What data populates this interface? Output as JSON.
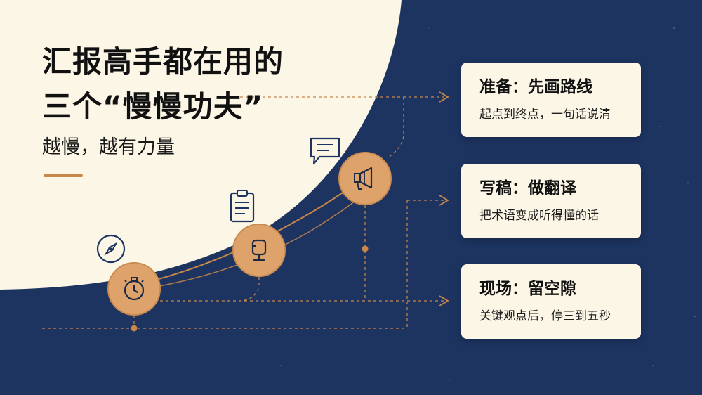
{
  "title": {
    "line1": "汇报高手都在用的",
    "line2": "三个“慢慢功夫”"
  },
  "subtitle": "越慢，越有力量",
  "cards": [
    {
      "title": "准备：先画路线",
      "desc": "起点到终点，一句话说清"
    },
    {
      "title": "写稿：做翻译",
      "desc": "把术语变成听得懂的话"
    },
    {
      "title": "现场：留空隙",
      "desc": "关键观点后，停三到五秒"
    }
  ],
  "nodes": [
    {
      "icon": "stopwatch-icon",
      "side_icon": "compass-icon"
    },
    {
      "icon": "microphone-icon",
      "side_icon": "clipboard-icon"
    },
    {
      "icon": "megaphone-icon",
      "side_icon": "chat-bubble-icon"
    }
  ],
  "colors": {
    "background": "#1d3461",
    "cream": "#fbf6e6",
    "accent": "#c9874a",
    "node_fill": "#dda36a"
  }
}
